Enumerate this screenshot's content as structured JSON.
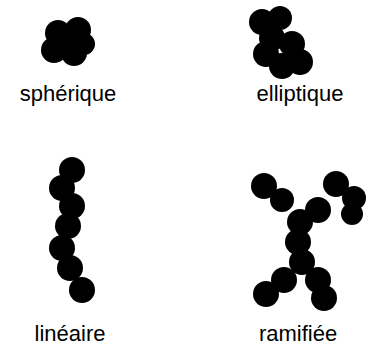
{
  "diagram": {
    "labels": [
      "sphérique",
      "elliptique",
      "linéaire",
      "ramifiée"
    ]
  }
}
